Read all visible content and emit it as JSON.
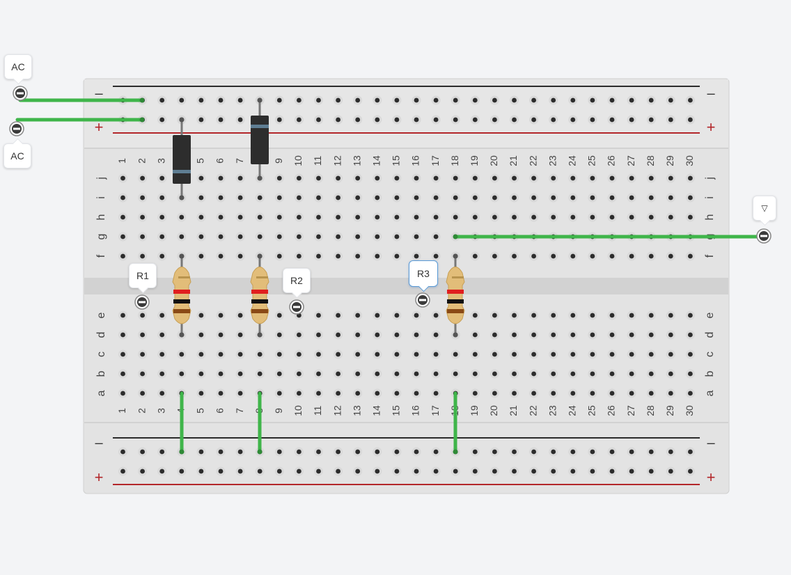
{
  "breadboard": {
    "columns": [
      "1",
      "2",
      "3",
      "4",
      "5",
      "6",
      "7",
      "8",
      "9",
      "10",
      "11",
      "12",
      "13",
      "14",
      "15",
      "16",
      "17",
      "18",
      "19",
      "20",
      "21",
      "22",
      "23",
      "24",
      "25",
      "26",
      "27",
      "28",
      "29",
      "30"
    ],
    "rows_top": [
      "f",
      "g",
      "h",
      "i",
      "j"
    ],
    "rows_bottom": [
      "a",
      "b",
      "c",
      "d",
      "e"
    ],
    "rail_minus": "–",
    "rail_plus": "+",
    "colors": {
      "board": "#e3e3e3",
      "rail_negative": "#2b2b2b",
      "rail_positive": "#b3262a",
      "hole": "#2c2c2c",
      "wire": "#3fb54a"
    }
  },
  "components": {
    "diodes": [
      {
        "name": "diode"
      },
      {
        "name": "diode"
      }
    ],
    "resistors": [
      {
        "bands": [
          "#e01f1f",
          "#111111",
          "#8a4a16"
        ]
      },
      {
        "bands": [
          "#e01f1f",
          "#111111",
          "#8a4a16"
        ]
      },
      {
        "bands": [
          "#e01f1f",
          "#111111",
          "#8a4a16"
        ]
      }
    ]
  },
  "labels": {
    "ac_top": "AC",
    "ac_bottom": "AC",
    "r1": "R1",
    "r2": "R2",
    "r3": "R3",
    "ground": "▽"
  },
  "icons": {
    "probe": "probe-minus-icon"
  }
}
